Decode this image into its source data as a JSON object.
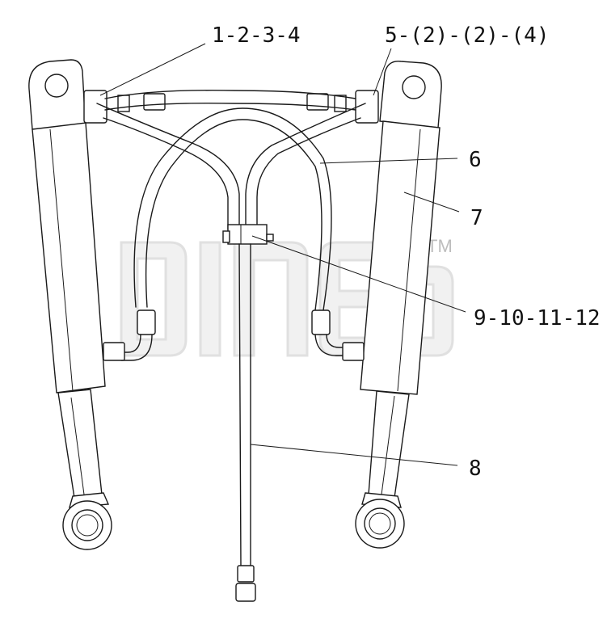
{
  "callouts": {
    "c1": "1-2-3-4",
    "c2": "5-(2)-(2)-(4)",
    "c3": "6",
    "c4": "7",
    "c5": "9-10-11-12",
    "c6": "8"
  },
  "watermark": {
    "mark": "TM"
  },
  "colors": {
    "line": "#1a1a1a",
    "watermark": "#c8c8c8",
    "background": "#ffffff"
  }
}
